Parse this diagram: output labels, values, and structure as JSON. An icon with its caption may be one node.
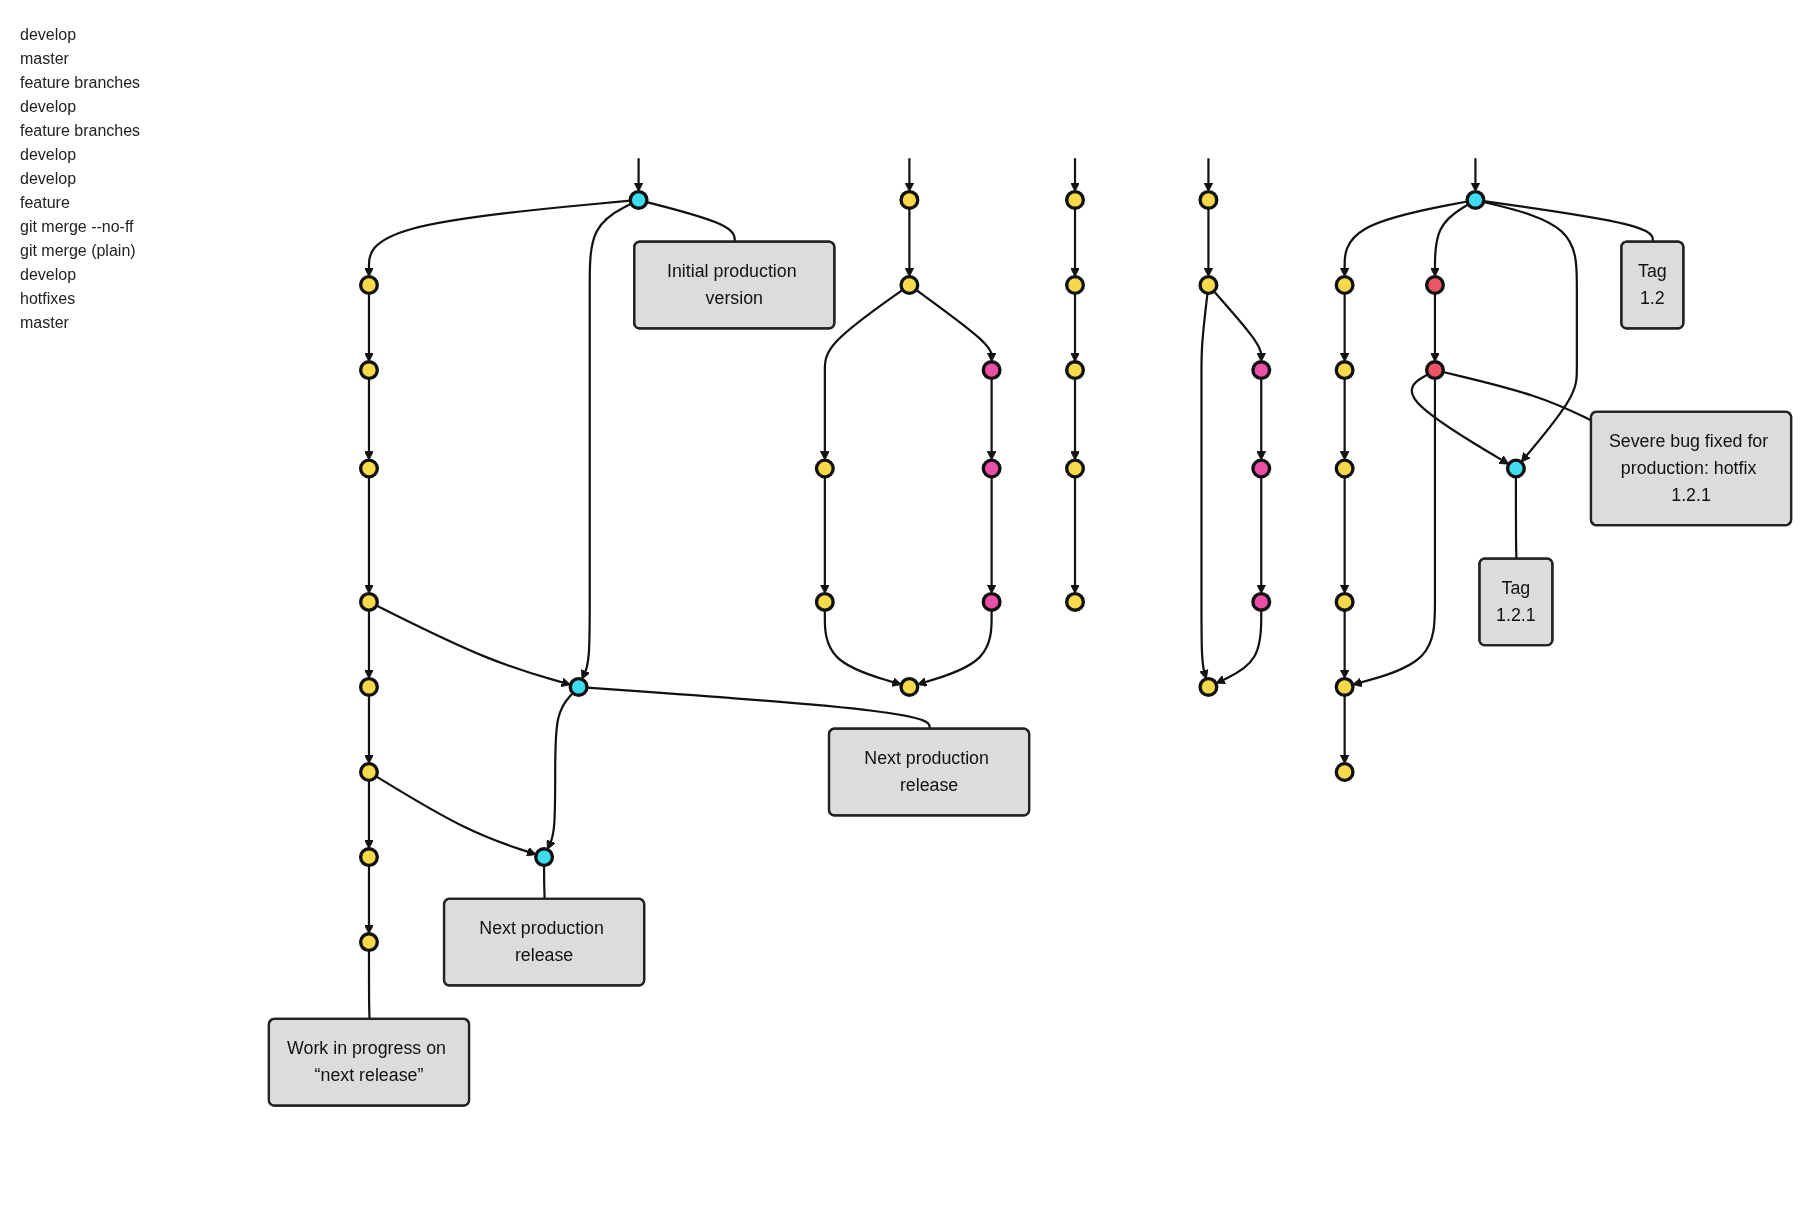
{
  "diagram": {
    "nodes": [
      {
        "text": [],
        "shape": "circle"
      },
      {
        "text": [
          "Initial production version"
        ]
      },
      {
        "text": [],
        "shape": "circle"
      },
      {
        "text": [],
        "shape": "circle"
      },
      {
        "text": [],
        "shape": "circle"
      },
      {
        "text": [],
        "shape": "circle"
      },
      {
        "text": [],
        "shape": "circle"
      },
      {
        "text": [],
        "shape": "circle"
      },
      {
        "text": [],
        "shape": "circle"
      },
      {
        "text": [],
        "shape": "circle"
      },
      {
        "text": [],
        "shape": "circle"
      },
      {
        "text": [
          "Next production release"
        ]
      },
      {
        "text": [],
        "shape": "circle"
      },
      {
        "text": [
          "Next production release"
        ]
      },
      {
        "text": [
          "Work in progress on “next release”"
        ]
      },
      {
        "text": [],
        "shape": "circle"
      },
      {
        "text": [],
        "shape": "circle"
      },
      {
        "text": [],
        "shape": "circle"
      },
      {
        "text": [],
        "shape": "circle"
      },
      {
        "text": [],
        "shape": "circle"
      },
      {
        "text": [],
        "shape": "circle"
      },
      {
        "text": [],
        "shape": "circle"
      },
      {
        "text": [],
        "shape": "circle"
      },
      {
        "text": [],
        "shape": "circle"
      },
      {
        "text": [],
        "shape": "circle"
      },
      {
        "text": [],
        "shape": "circle"
      },
      {
        "text": [],
        "shape": "circle"
      },
      {
        "text": [],
        "shape": "circle"
      },
      {
        "text": [],
        "shape": "circle"
      },
      {
        "text": [],
        "shape": "circle"
      },
      {
        "text": [],
        "shape": "circle"
      },
      {
        "text": [],
        "shape": "circle"
      },
      {
        "text": [],
        "shape": "circle"
      },
      {
        "text": [],
        "shape": "circle"
      },
      {
        "text": [],
        "shape": "circle"
      },
      {
        "text": [
          "Tag",
          "1.2"
        ]
      },
      {
        "text": [],
        "shape": "circle"
      },
      {
        "text": [],
        "shape": "circle"
      },
      {
        "text": [],
        "shape": "circle"
      },
      {
        "text": [],
        "shape": "circle"
      },
      {
        "text": [],
        "shape": "circle"
      },
      {
        "text": [],
        "shape": "circle"
      },
      {
        "text": [],
        "shape": "circle"
      },
      {
        "text": [],
        "shape": "circle"
      },
      {
        "text": [],
        "shape": "circle"
      },
      {
        "text": [
          "Tag",
          "1.2.1"
        ]
      },
      {
        "text": [
          "Severe bug fixed for production: hotfix 1.2.1"
        ]
      }
    ],
    "edges": [
      {
        "from": null,
        "to": 0,
        "arrow": "to"
      },
      {
        "from": 0,
        "to": 2,
        "arrow": "to"
      },
      {
        "from": 2,
        "to": 3,
        "arrow": "to"
      },
      {
        "from": 3,
        "to": 4,
        "arrow": "to"
      },
      {
        "from": 4,
        "to": 5,
        "arrow": "to"
      },
      {
        "from": 5,
        "to": 6,
        "arrow": "to"
      },
      {
        "from": 6,
        "to": 7,
        "arrow": "to"
      },
      {
        "from": 7,
        "to": 8,
        "arrow": "to"
      },
      {
        "from": 8,
        "to": 9,
        "arrow": "to"
      },
      {
        "from": 0,
        "to": 10,
        "arrow": "to"
      },
      {
        "from": 5,
        "to": 10,
        "arrow": "to"
      },
      {
        "from": 10,
        "to": 12,
        "arrow": "to"
      },
      {
        "from": 7,
        "to": 12,
        "arrow": "to"
      },
      {
        "from": 0,
        "to": 1,
        "arrow": "none"
      },
      {
        "from": 10,
        "to": 11,
        "arrow": "none"
      },
      {
        "from": 12,
        "to": 13,
        "arrow": "none"
      },
      {
        "from": 9,
        "to": 14,
        "arrow": "none"
      },
      {
        "from": null,
        "to": 15,
        "arrow": "to"
      },
      {
        "from": 15,
        "to": 16,
        "arrow": "to"
      },
      {
        "from": 16,
        "to": 17,
        "arrow": "to"
      },
      {
        "from": 17,
        "to": 18,
        "arrow": "to"
      },
      {
        "from": 18,
        "to": 19,
        "arrow": "to"
      },
      {
        "from": 16,
        "to": 20,
        "arrow": "to"
      },
      {
        "from": 20,
        "to": 21,
        "arrow": "to"
      },
      {
        "from": 21,
        "to": 22,
        "arrow": "to"
      },
      {
        "from": 22,
        "to": 19,
        "arrow": "to"
      },
      {
        "from": null,
        "to": 23,
        "arrow": "to"
      },
      {
        "from": 23,
        "to": 24,
        "arrow": "to"
      },
      {
        "from": 24,
        "to": 25,
        "arrow": "to"
      },
      {
        "from": 24,
        "to": 26,
        "arrow": "to"
      },
      {
        "from": 26,
        "to": 27,
        "arrow": "to"
      },
      {
        "from": 27,
        "to": 28,
        "arrow": "to"
      },
      {
        "from": 28,
        "to": 25,
        "arrow": "to"
      },
      {
        "from": null,
        "to": 29,
        "arrow": "to"
      },
      {
        "from": 29,
        "to": 30,
        "arrow": "to"
      },
      {
        "from": 30,
        "to": 31,
        "arrow": "to"
      },
      {
        "from": 31,
        "to": 32,
        "arrow": "to"
      },
      {
        "from": 32,
        "to": 33,
        "arrow": "to"
      },
      {
        "from": null,
        "to": 34,
        "arrow": "to"
      },
      {
        "from": 34,
        "to": 36,
        "arrow": "to"
      },
      {
        "from": 36,
        "to": 37,
        "arrow": "to"
      },
      {
        "from": 37,
        "to": 38,
        "arrow": "to"
      },
      {
        "from": 38,
        "to": 39,
        "arrow": "to"
      },
      {
        "from": 39,
        "to": 40,
        "arrow": "to"
      },
      {
        "from": 40,
        "to": 41,
        "arrow": "to"
      },
      {
        "from": 34,
        "to": 42,
        "arrow": "to"
      },
      {
        "from": 42,
        "to": 43,
        "arrow": "to"
      },
      {
        "from": 34,
        "to": 44,
        "arrow": "to"
      },
      {
        "from": 43,
        "to": 44,
        "arrow": "to"
      },
      {
        "from": 43,
        "to": 40,
        "arrow": "to"
      },
      {
        "from": 34,
        "to": 35,
        "arrow": "none"
      },
      {
        "from": 44,
        "to": 45,
        "arrow": "none"
      },
      {
        "from": 43,
        "to": 46,
        "arrow": "none"
      }
    ],
    "labels": [
      "develop",
      "master",
      "feature branches",
      "develop",
      "feature branches",
      "develop",
      "develop",
      "feature",
      "git merge --no-ff",
      "git merge (plain)",
      "develop",
      "hotfixes",
      "master"
    ]
  }
}
